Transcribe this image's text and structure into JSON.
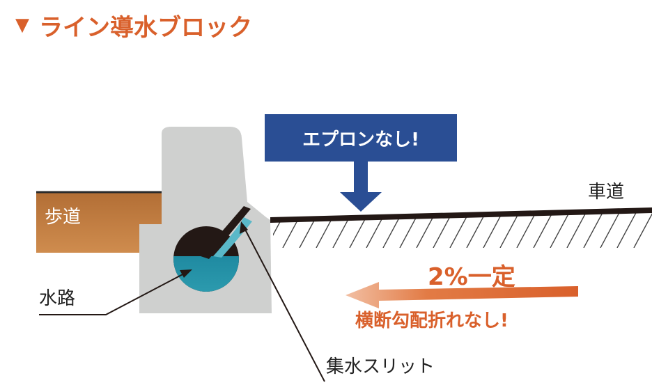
{
  "header": {
    "marker": "▼",
    "title": "ライン導水ブロック"
  },
  "callout": {
    "label": "エプロンなし!"
  },
  "labels": {
    "sidewalk": "歩道",
    "roadway": "車道",
    "waterway": "水路",
    "slit": "集水スリット",
    "slope": "2%一定",
    "no_bend": "横断勾配折れなし!"
  },
  "colors": {
    "accent_orange": "#d9602b",
    "callout_blue": "#2a4e94",
    "block_gray": "#cfd0cf",
    "water_teal": "#2b8aa0",
    "sidewalk_brown": "#b06a35",
    "road_line": "#222222"
  }
}
